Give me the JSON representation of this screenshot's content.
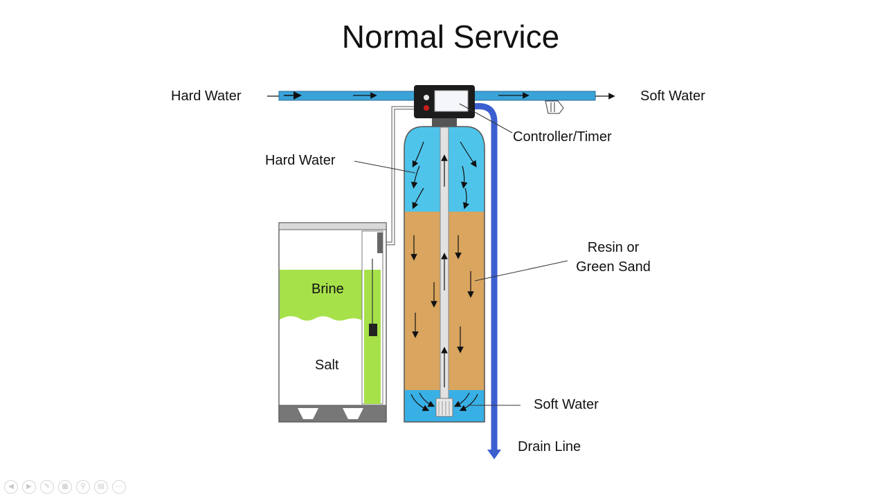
{
  "slide": {
    "title": "Normal Service"
  },
  "labels": {
    "hard_water_inlet": "Hard Water",
    "soft_water_outlet": "Soft Water",
    "controller": "Controller/Timer",
    "hard_water_tank": "Hard Water",
    "resin_line1": "Resin or",
    "resin_line2": "Green Sand",
    "soft_water_tank": "Soft Water",
    "drain_line": "Drain Line",
    "brine": "Brine",
    "salt": "Salt"
  },
  "colors": {
    "water_blue": "#4fc4ea",
    "pipe_blue": "#3aa3d8",
    "resin_tan": "#d9a55f",
    "brine_green": "#a6e14a",
    "drain_blue": "#3b5fcf",
    "outline": "#555555"
  },
  "toolbar": {
    "buttons": [
      "previous-icon",
      "next-icon",
      "pen-icon",
      "slides-icon",
      "zoom-icon",
      "subtitles-icon",
      "more-icon"
    ]
  }
}
